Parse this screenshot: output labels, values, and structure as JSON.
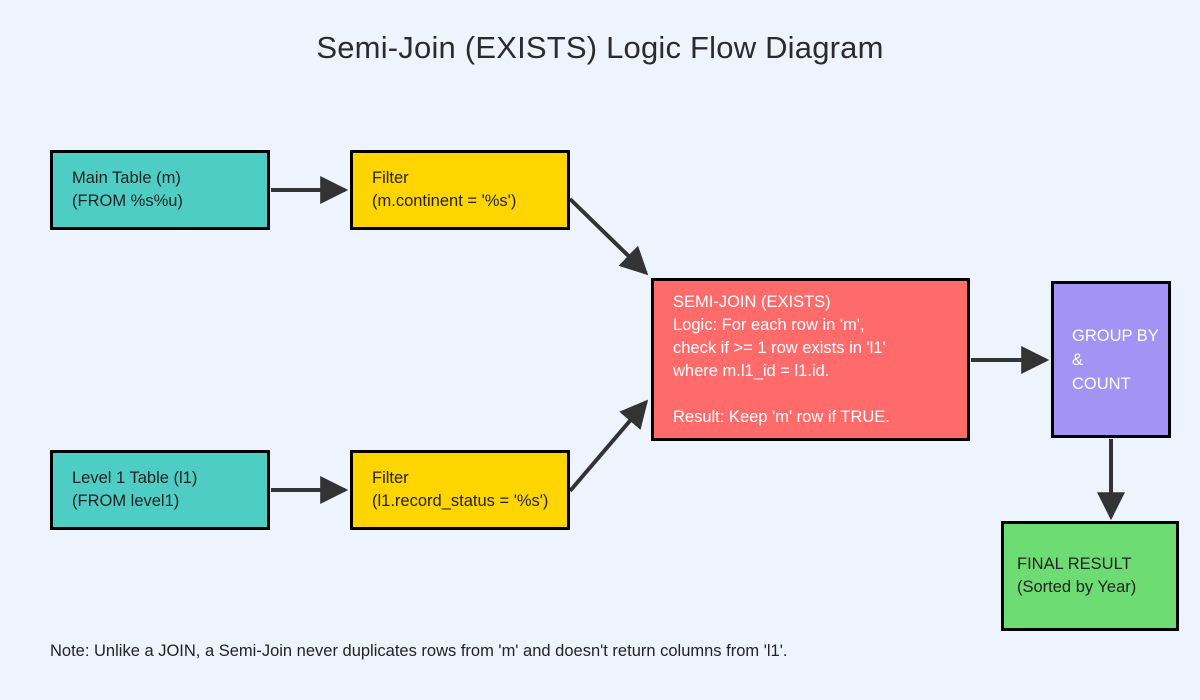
{
  "page": {
    "title": "Semi-Join (EXISTS) Logic Flow Diagram",
    "background_color": "#eef4fd",
    "footnote": "Note: Unlike a JOIN, a Semi-Join never duplicates rows from 'm' and doesn't return columns from 'l1'."
  },
  "nodes": {
    "main_table": {
      "line1": "Main Table (m)",
      "line2": "(FROM %s%u)",
      "fill": "#4ecdc4",
      "text_color": "#232323"
    },
    "filter_main": {
      "line1": "Filter",
      "line2": "(m.continent = '%s')",
      "fill": "#ffd500",
      "text_color": "#232323"
    },
    "level1_table": {
      "line1": "Level 1 Table (l1)",
      "line2": "(FROM level1)",
      "fill": "#4ecdc4",
      "text_color": "#232323"
    },
    "filter_level1": {
      "line1": "Filter",
      "line2": "(l1.record_status = '%s')",
      "fill": "#ffd500",
      "text_color": "#232323"
    },
    "semi_join": {
      "line1": "SEMI-JOIN (EXISTS)",
      "line2": "Logic: For each row in 'm',",
      "line3": "check if >= 1 row exists in 'l1'",
      "line4": "where m.l1_id = l1.id.",
      "line5": "Result: Keep 'm' row if TRUE.",
      "fill": "#ff6b6b",
      "text_color": "#ffffff"
    },
    "group_by": {
      "line1": "GROUP BY",
      "line2": "&",
      "line3": "COUNT",
      "fill": "#a393f5",
      "text_color": "#ffffff"
    },
    "final_result": {
      "line1": "FINAL RESULT",
      "line2": "(Sorted by Year)",
      "fill": "#6ddc72",
      "text_color": "#232323"
    }
  },
  "edges": {
    "stroke_color": "#333333",
    "main_to_filter": "",
    "level1_to_filter": "",
    "filter_main_to_semijoin": "",
    "filter_level1_to_semijoin": "",
    "semijoin_to_groupby": "",
    "groupby_to_final": ""
  }
}
